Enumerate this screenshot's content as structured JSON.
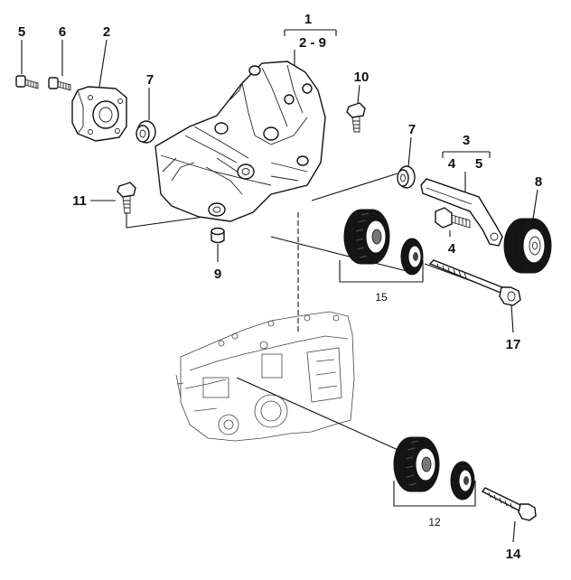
{
  "callouts": {
    "c1": "1",
    "c1_range": "2 - 9",
    "c2": "2",
    "c3": "3",
    "c3_a": "4",
    "c3_b": "5",
    "c4": "4",
    "c5": "5",
    "c6": "6",
    "c7a": "7",
    "c7b": "7",
    "c8": "8",
    "c9": "9",
    "c10": "10",
    "c11": "11",
    "c12": "12",
    "c14": "14",
    "c15": "15",
    "c17": "17"
  },
  "icons": {
    "bracket": "mounting-bracket-icon",
    "pulley": "idler-pulley-icon",
    "bolt": "bolt-icon",
    "engine": "engine-block-icon"
  },
  "colors": {
    "ink": "#111111",
    "paper": "#ffffff",
    "pulley": "#151515"
  }
}
